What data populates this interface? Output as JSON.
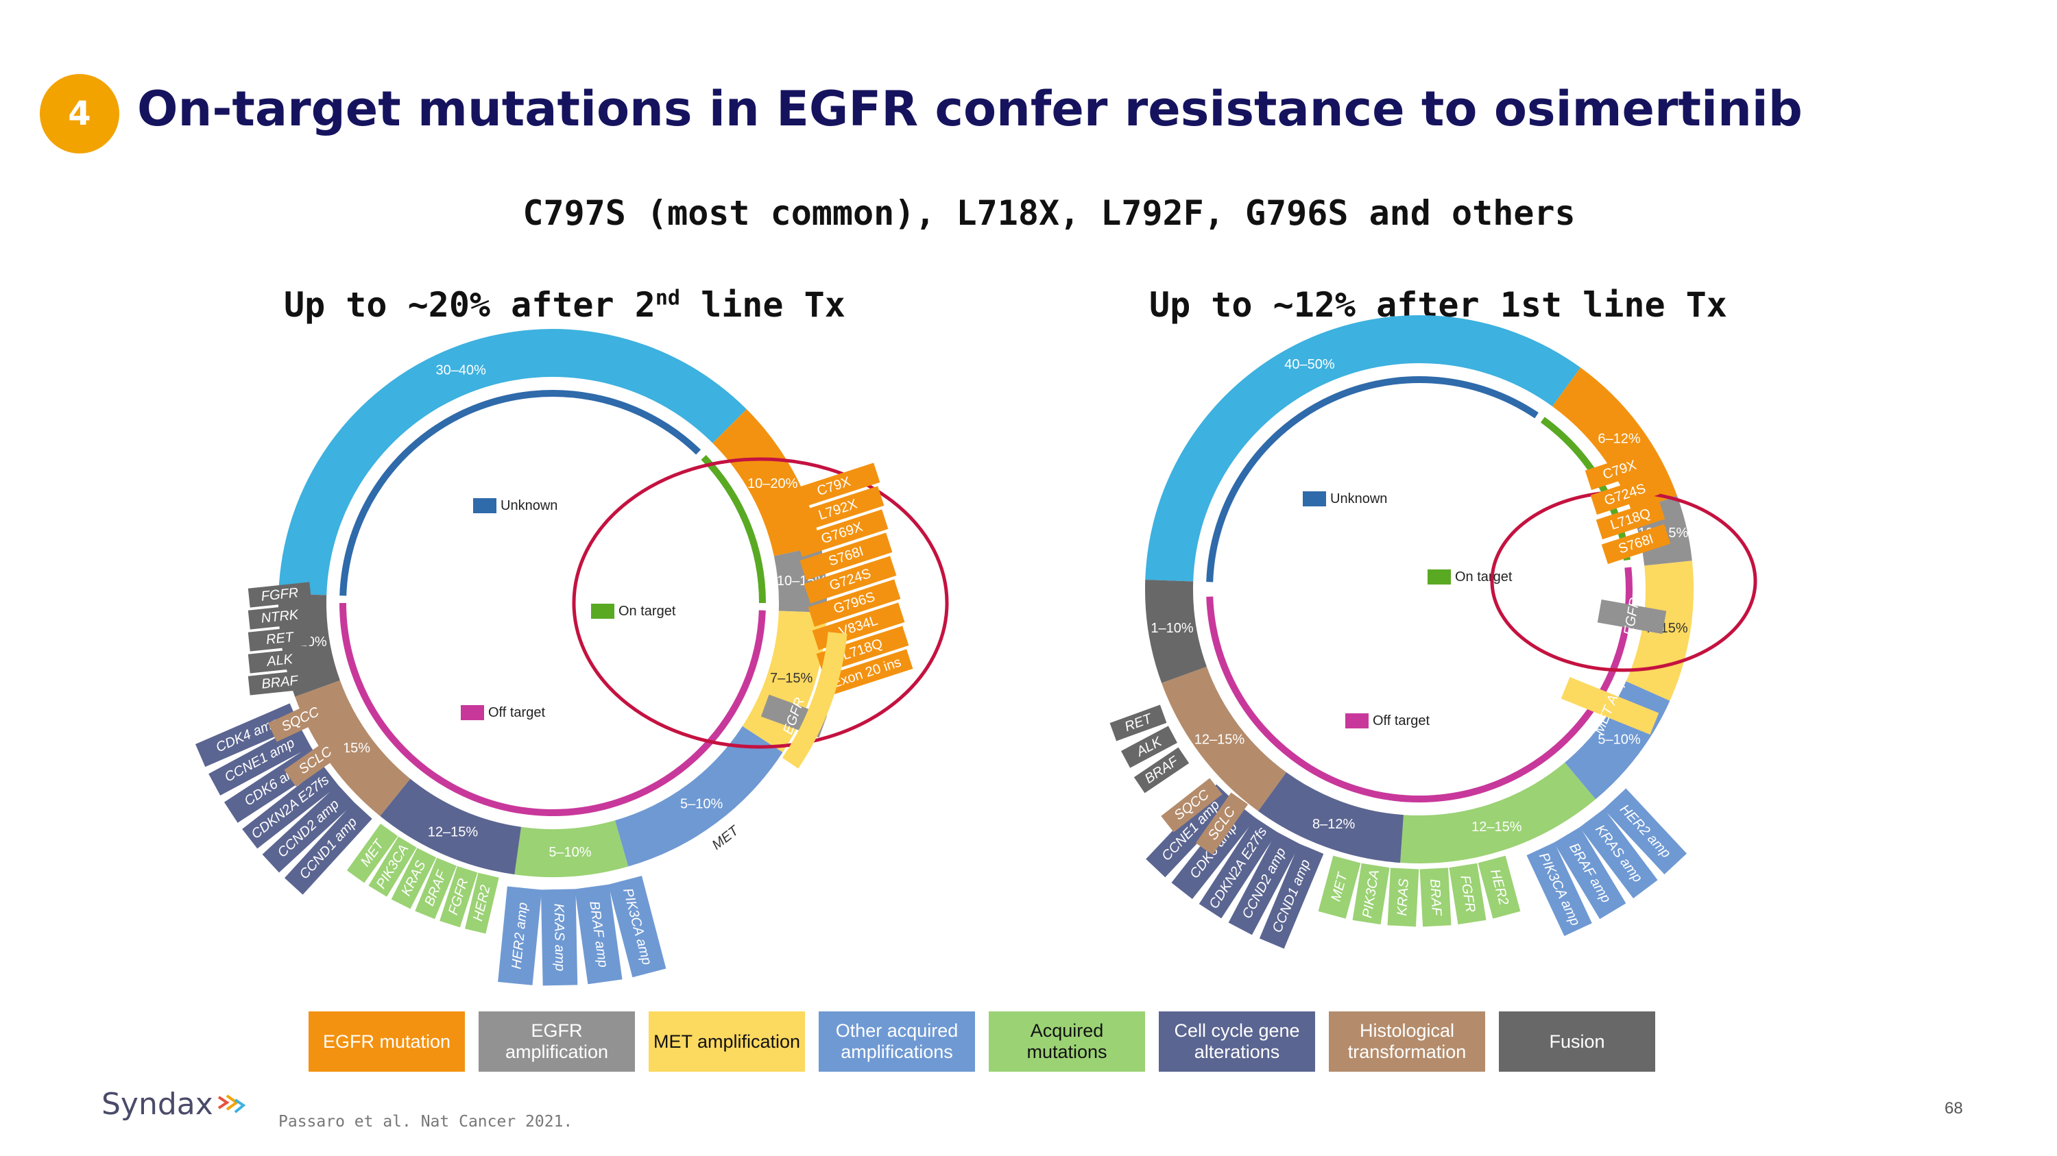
{
  "slide_number": "4",
  "title": "On-target mutations in EGFR confer resistance to osimertinib",
  "subtitle": "C797S (most common), L718X, L792F, G796S and others",
  "left_heading": {
    "prefix": "Up to ~20% after 2",
    "sup": "nd",
    "suffix": " line Tx"
  },
  "right_heading": "Up to ~12% after 1st line Tx",
  "colors": {
    "unknown": "#3db1df",
    "egfr_mutation": "#f39210",
    "egfr_amplification": "#929292",
    "met_amplification": "#fcd95f",
    "other_amplifications": "#6f99d3",
    "acquired_mutations": "#9bd274",
    "cell_cycle": "#5b6591",
    "histological": "#b48c6c",
    "fusion": "#686868",
    "inner_unknown": "#2f6aaa",
    "inner_on_target": "#59a923",
    "inner_off_target": "#c8389b",
    "circle": "#c41240",
    "badge": "#f2a300",
    "title": "#16135e"
  },
  "left_chart": {
    "inner_labels": {
      "unknown": "Unknown",
      "on_target": "On target",
      "off_target": "Off target"
    },
    "segments": [
      {
        "label": "30–40%",
        "category": "unknown"
      },
      {
        "label": "10–20%",
        "category": "egfr_mutation",
        "sub": [
          "C79X",
          "L792X",
          "G769X",
          "S768I",
          "G724S",
          "G796S",
          "V834L",
          "L718Q",
          "Exon 20 ins"
        ]
      },
      {
        "label": "10–15%",
        "category": "egfr_amplification",
        "sub": [
          "EGFR"
        ]
      },
      {
        "label": "7–15%",
        "category": "met_amplification",
        "sub": [
          "MET"
        ]
      },
      {
        "label": "5–10%",
        "category": "other_amplifications",
        "sub": [
          "PIK3CA amp",
          "BRAF amp",
          "KRAS amp",
          "HER2 amp"
        ]
      },
      {
        "label": "5–10%",
        "category": "acquired_mutations",
        "sub": [
          "HER2",
          "FGFR",
          "BRAF",
          "KRAS",
          "PIK3CA",
          "MET"
        ]
      },
      {
        "label": "12–15%",
        "category": "cell_cycle",
        "sub": [
          "CCND1 amp",
          "CCND2 amp",
          "CDKN2A E27fs",
          "CDK6 amp",
          "CCNE1 amp",
          "CDK4 amp"
        ]
      },
      {
        "label": "5–15%",
        "category": "histological",
        "sub": [
          "SQCC",
          "SCLC"
        ]
      },
      {
        "label": "3–10%",
        "category": "fusion",
        "sub": [
          "FGFR",
          "NTRK",
          "RET",
          "ALK",
          "BRAF"
        ]
      }
    ]
  },
  "right_chart": {
    "inner_labels": {
      "unknown": "Unknown",
      "on_target": "On target",
      "off_target": "Off target"
    },
    "segments": [
      {
        "label": "40–50%",
        "category": "unknown"
      },
      {
        "label": "6–12%",
        "category": "egfr_mutation",
        "sub": [
          "C79X",
          "G724S",
          "L718Q",
          "S768I"
        ]
      },
      {
        "label": "10–15%",
        "category": "egfr_amplification",
        "sub": [
          "EGFR"
        ]
      },
      {
        "label": "7–15%",
        "category": "met_amplification",
        "sub": [
          "MET Amp"
        ]
      },
      {
        "label": "5–10%",
        "category": "other_amplifications",
        "sub": [
          "HER2 amp",
          "KRAS amp",
          "BRAF amp",
          "PIK3CA amp"
        ]
      },
      {
        "label": "12–15%",
        "category": "acquired_mutations",
        "sub": [
          "HER2",
          "FGFR",
          "BRAF",
          "KRAS",
          "PIK3CA",
          "MET"
        ]
      },
      {
        "label": "8–12%",
        "category": "cell_cycle",
        "sub": [
          "CCND1 amp",
          "CCND2 amp",
          "CDKN2A E27fs",
          "CDK6 amp",
          "CCNE1 amp"
        ]
      },
      {
        "label": "12–15%",
        "category": "histological",
        "sub": [
          "SQCC",
          "SCLC"
        ]
      },
      {
        "label": "1–10%",
        "category": "fusion",
        "sub": [
          "RET",
          "ALK",
          "BRAF"
        ]
      }
    ]
  },
  "legend": [
    {
      "label": "EGFR mutation",
      "category": "egfr_mutation"
    },
    {
      "label": "EGFR amplification",
      "category": "egfr_amplification"
    },
    {
      "label": "MET amplification",
      "category": "met_amplification"
    },
    {
      "label": "Other acquired amplifications",
      "category": "other_amplifications"
    },
    {
      "label": "Acquired mutations",
      "category": "acquired_mutations"
    },
    {
      "label": "Cell cycle gene alterations",
      "category": "cell_cycle"
    },
    {
      "label": "Histological transformation",
      "category": "histological"
    },
    {
      "label": "Fusion",
      "category": "fusion"
    }
  ],
  "logo_text": "Syndax",
  "citation": "Passaro et al. Nat Cancer 2021.",
  "page_number": "68"
}
